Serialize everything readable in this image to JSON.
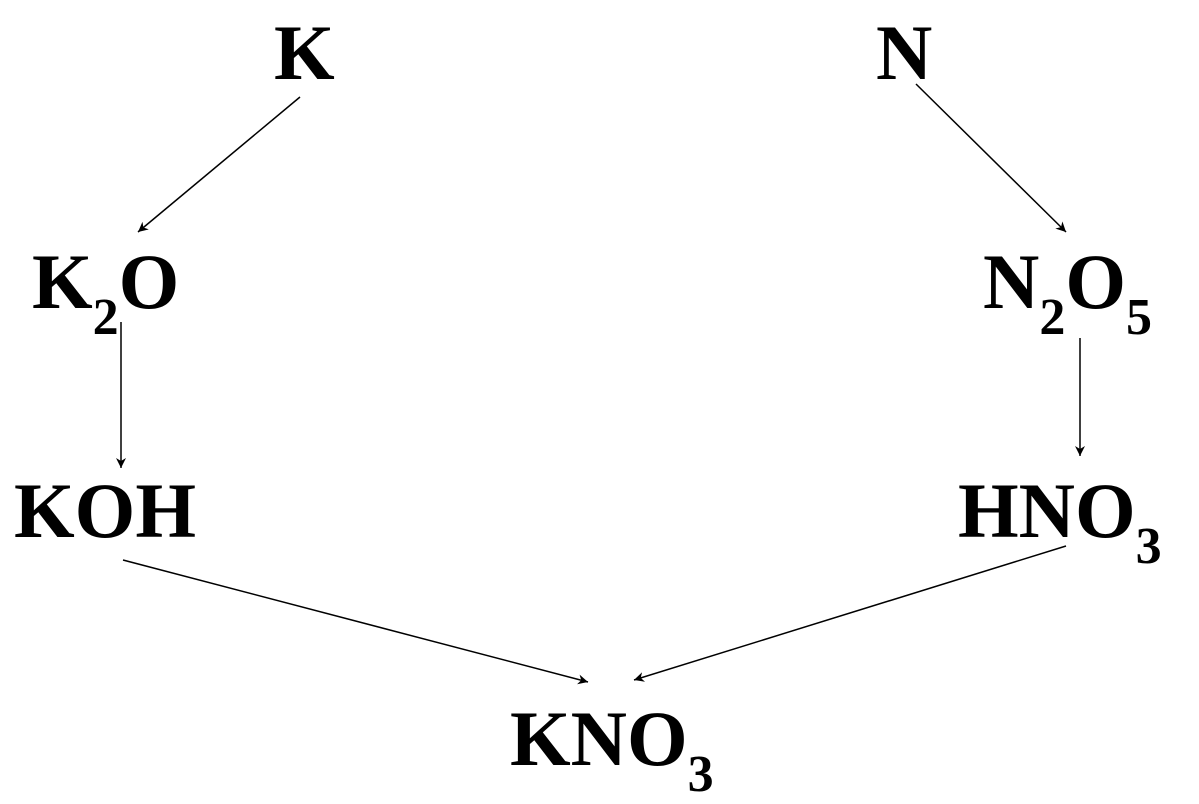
{
  "diagram": {
    "nodes": {
      "k": {
        "parts": [
          {
            "text": "K"
          }
        ]
      },
      "n": {
        "parts": [
          {
            "text": "N"
          }
        ]
      },
      "k2o": {
        "parts": [
          {
            "text": "K"
          },
          {
            "text": "2",
            "sub": true
          },
          {
            "text": "O"
          }
        ]
      },
      "n2o5": {
        "parts": [
          {
            "text": "N"
          },
          {
            "text": "2",
            "sub": true
          },
          {
            "text": "O"
          },
          {
            "text": "5",
            "sub": true
          }
        ]
      },
      "koh": {
        "parts": [
          {
            "text": "KOH"
          }
        ]
      },
      "hno3": {
        "parts": [
          {
            "text": "HNO"
          },
          {
            "text": "3",
            "sub": true
          }
        ]
      },
      "kno3": {
        "parts": [
          {
            "text": "KNO"
          },
          {
            "text": "3",
            "sub": true
          }
        ]
      }
    },
    "edges": [
      {
        "from": "k",
        "to": "k2o"
      },
      {
        "from": "n",
        "to": "n2o5"
      },
      {
        "from": "k2o",
        "to": "koh"
      },
      {
        "from": "n2o5",
        "to": "hno3"
      },
      {
        "from": "koh",
        "to": "kno3"
      },
      {
        "from": "hno3",
        "to": "kno3"
      }
    ],
    "colors": {
      "ink": "#000000",
      "background": "#ffffff"
    }
  }
}
